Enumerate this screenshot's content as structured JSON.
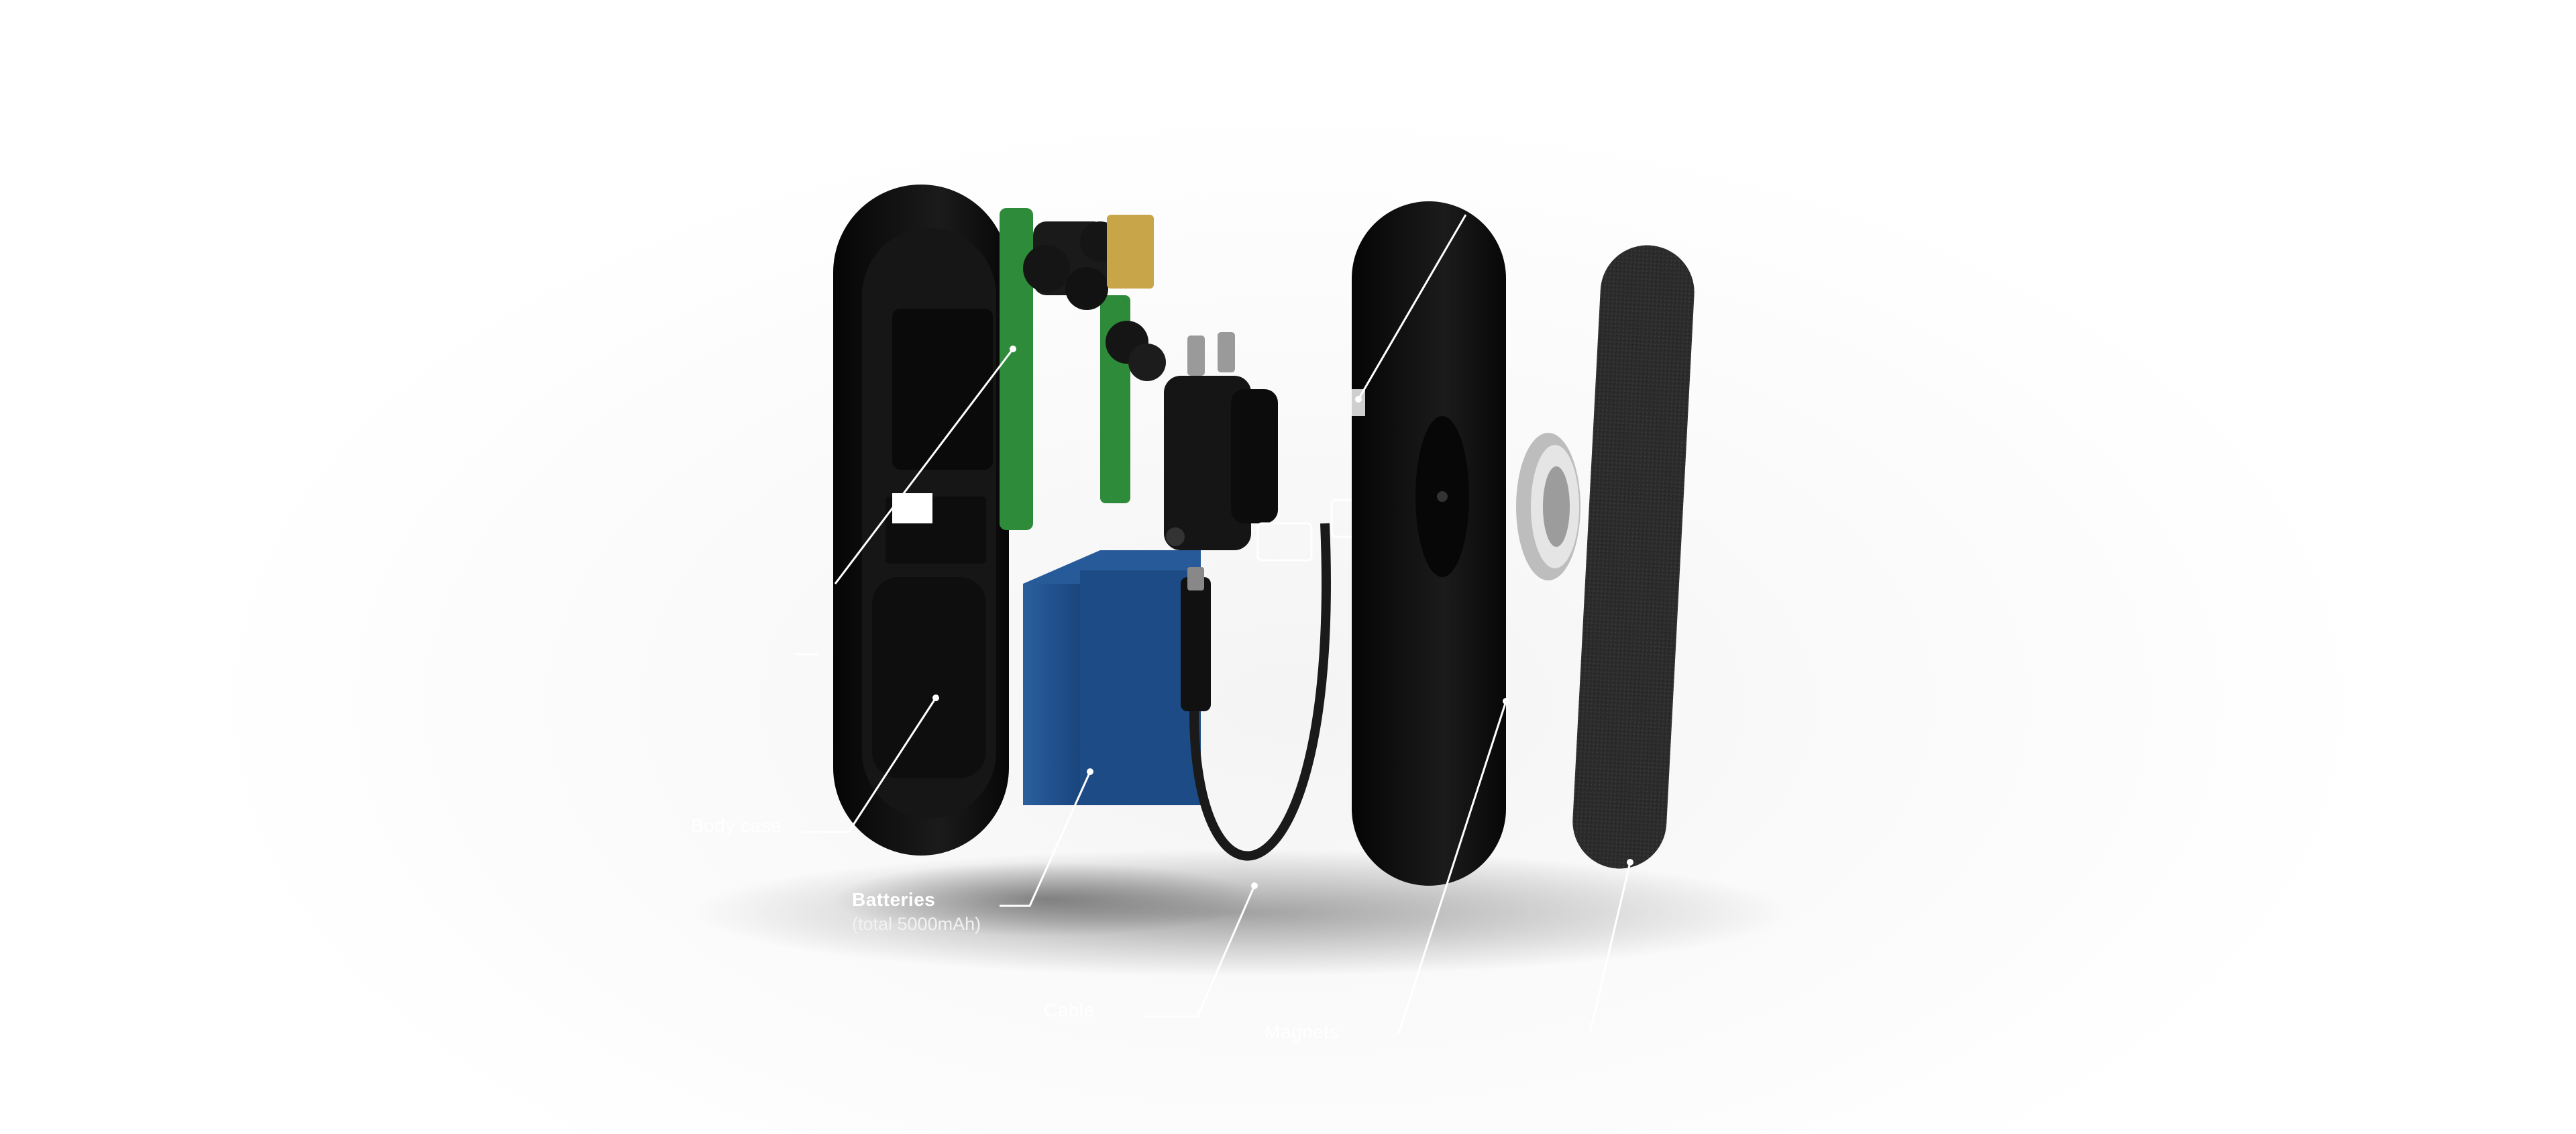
{
  "labels": {
    "circuit": "",
    "power_unit": "",
    "body_case": "Body case",
    "batteries": "Batteries",
    "batteries_note": "(total 5000mAh)",
    "cable": "Cable",
    "magnets": "Magnets",
    "cover": ""
  },
  "colors": {
    "case": "#111111",
    "pcb": "#2e8b3a",
    "battery": "#1f4f8f",
    "connector": "#c9a54a",
    "felt": "#2a2a2a",
    "leader_line": "#ffffff"
  }
}
